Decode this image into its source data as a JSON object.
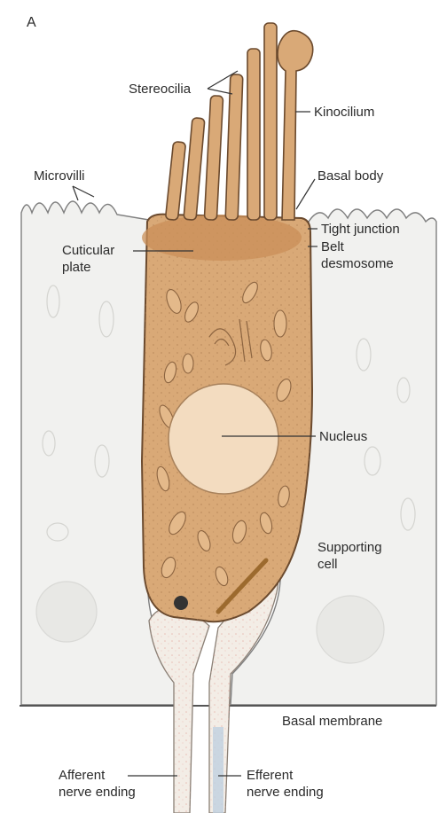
{
  "panel_letter": "A",
  "labels": {
    "stereocilia": "Stereocilia",
    "kinocilium": "Kinocilium",
    "microvilli": "Microvilli",
    "basal_body": "Basal body",
    "tight_junction": "Tight junction",
    "belt_desmosome_1": "Belt",
    "belt_desmosome_2": "desmosome",
    "cuticular_plate_1": "Cuticular",
    "cuticular_plate_2": "plate",
    "nucleus": "Nucleus",
    "supporting_cell_1": "Supporting",
    "supporting_cell_2": "cell",
    "basal_membrane": "Basal membrane",
    "afferent_1": "Afferent",
    "afferent_2": "nerve ending",
    "efferent_1": "Efferent",
    "efferent_2": "nerve ending"
  },
  "colors": {
    "hair_cell": "#d9a977",
    "hair_cell_stroke": "#6b4a2e",
    "cuticular_plate": "#c98f58",
    "nucleus": "#f3dcc0",
    "supporting_cell": "#f1f1ef",
    "nerve": "#f3ede6",
    "efferent_fiber": "#bfcfe0"
  }
}
